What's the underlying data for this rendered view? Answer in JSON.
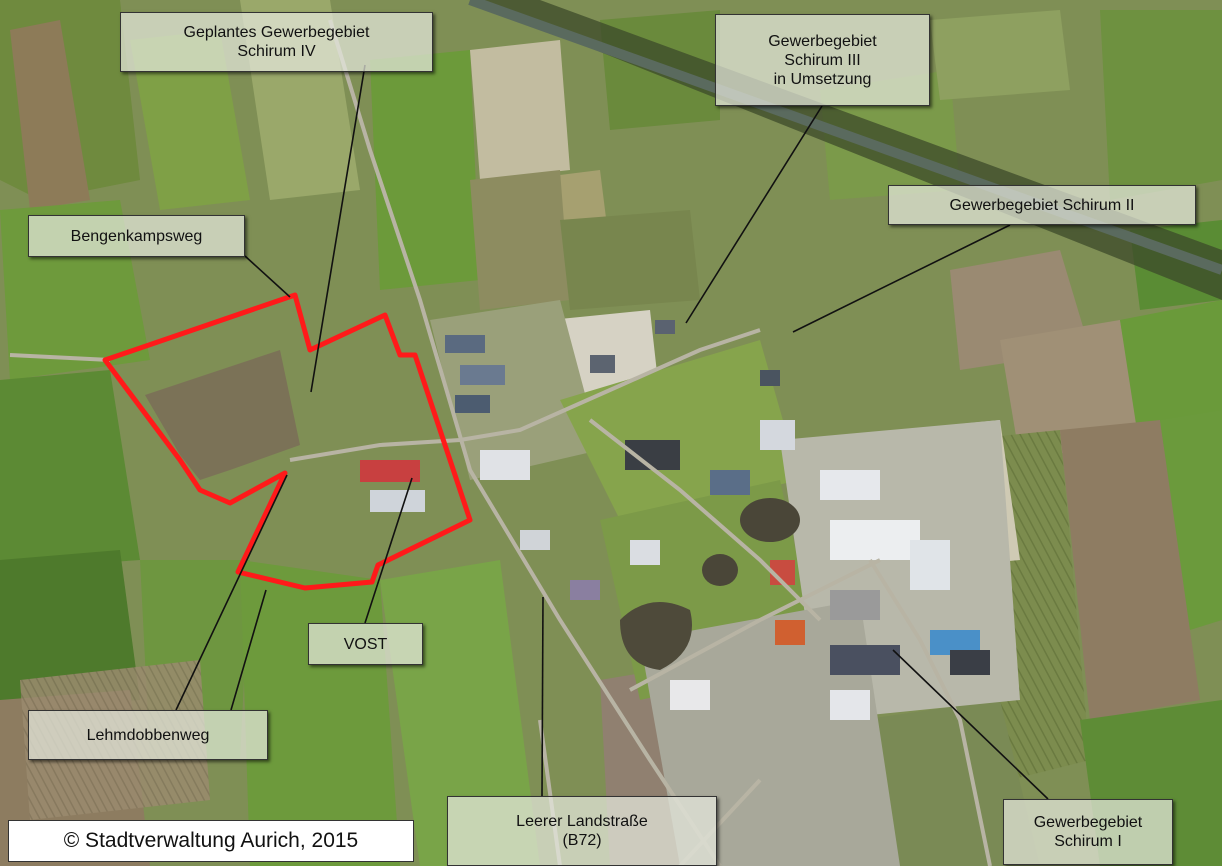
{
  "map": {
    "highlight_color": "#ff1a1a",
    "labels": {
      "schirum_iv": [
        "Geplantes Gewerbegebiet",
        "Schirum IV"
      ],
      "schirum_iii": [
        "Gewerbegebiet",
        "Schirum III",
        "in Umsetzung"
      ],
      "schirum_ii": [
        "Gewerbegebiet Schirum II"
      ],
      "bengenkampsweg": [
        "Bengenkampsweg"
      ],
      "vost": [
        "VOST"
      ],
      "lehmdobbenweg": [
        "Lehmdobbenweg"
      ],
      "leerer_landstrasse": [
        "Leerer Landstraße",
        "(B72)"
      ],
      "schirum_i": [
        "Gewerbegebiet",
        "Schirum I"
      ]
    },
    "copyright": "© Stadtverwaltung Aurich, 2015"
  }
}
